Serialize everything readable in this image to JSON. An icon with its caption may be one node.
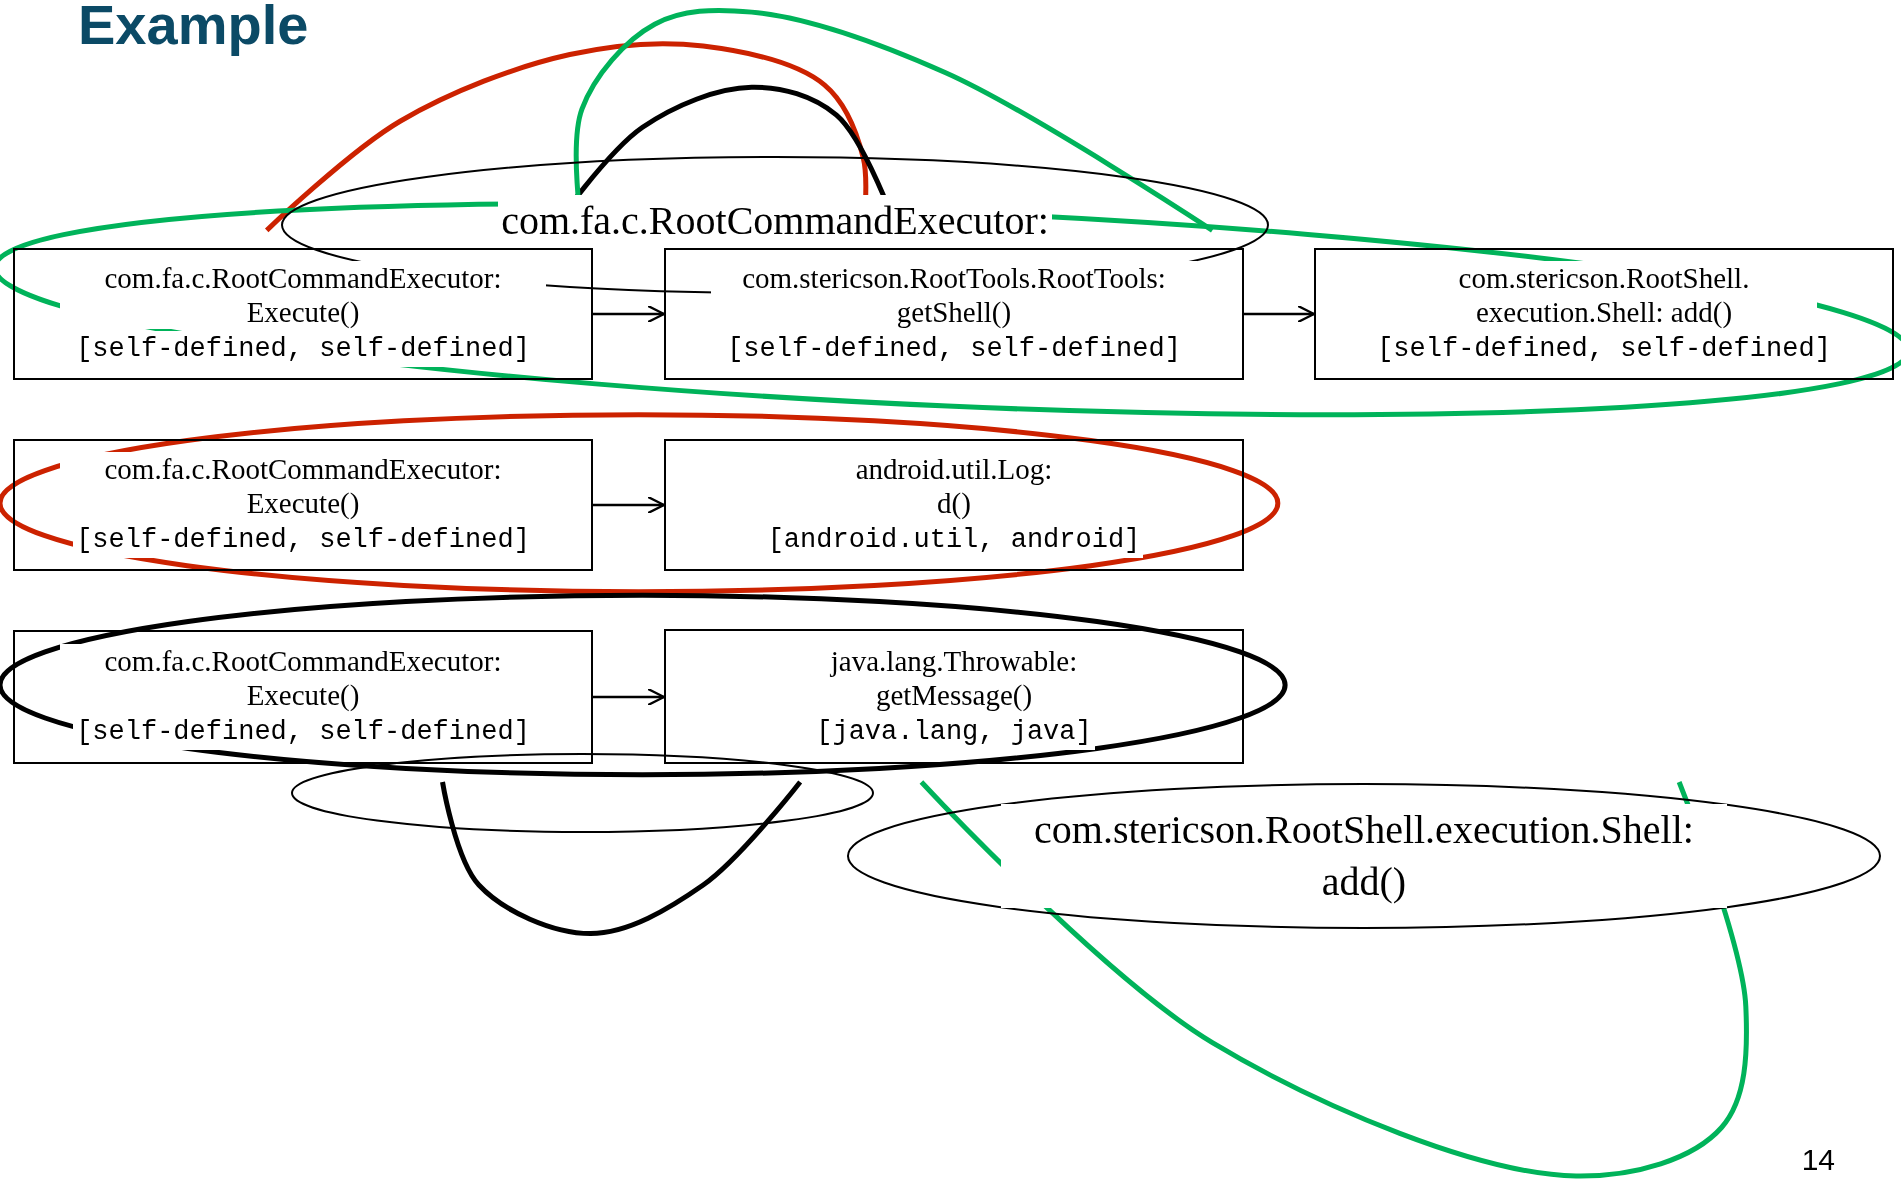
{
  "diagram": {
    "title": "Example",
    "nodes": [
      {
        "text": [
          "com.fa.c.RootCommandExecutor:"
        ]
      },
      {
        "text": [],
        "shape": "ellipse"
      },
      {
        "text": [
          "com.stericson.RootShell.execution.Shell: add()"
        ]
      },
      {
        "text": [
          "com.fa.c.RootCommandExecutor: Execute()",
          "[self-defined, self-defined]"
        ]
      },
      {
        "text": [
          "com.stericson.RootTools.RootTools: getShell()",
          "[self-defined, self-defined]"
        ]
      },
      {
        "text": [
          "com.stericson.RootShell. execution.Shell: add()",
          "[self-defined, self-defined]"
        ]
      },
      {
        "text": [
          "com.fa.c.RootCommandExecutor: Execute()",
          "[self-defined, self-defined]"
        ]
      },
      {
        "text": [
          "android.util.Log: d()",
          "[android.util, android]"
        ]
      },
      {
        "text": [
          "com.fa.c.RootCommandExecutor: Execute()",
          "[self-defined, self-defined]"
        ]
      },
      {
        "text": [
          "java.lang.Throwable: getMessage()",
          "[java.lang, java]"
        ]
      }
    ],
    "edges": [
      {
        "from": 3,
        "to": 4,
        "arrow": "to"
      },
      {
        "from": 4,
        "to": 5,
        "arrow": "to"
      },
      {
        "from": 6,
        "to": 7,
        "arrow": "to"
      },
      {
        "from": 8,
        "to": 9,
        "arrow": "to"
      }
    ],
    "labels": [
      "14"
    ]
  }
}
